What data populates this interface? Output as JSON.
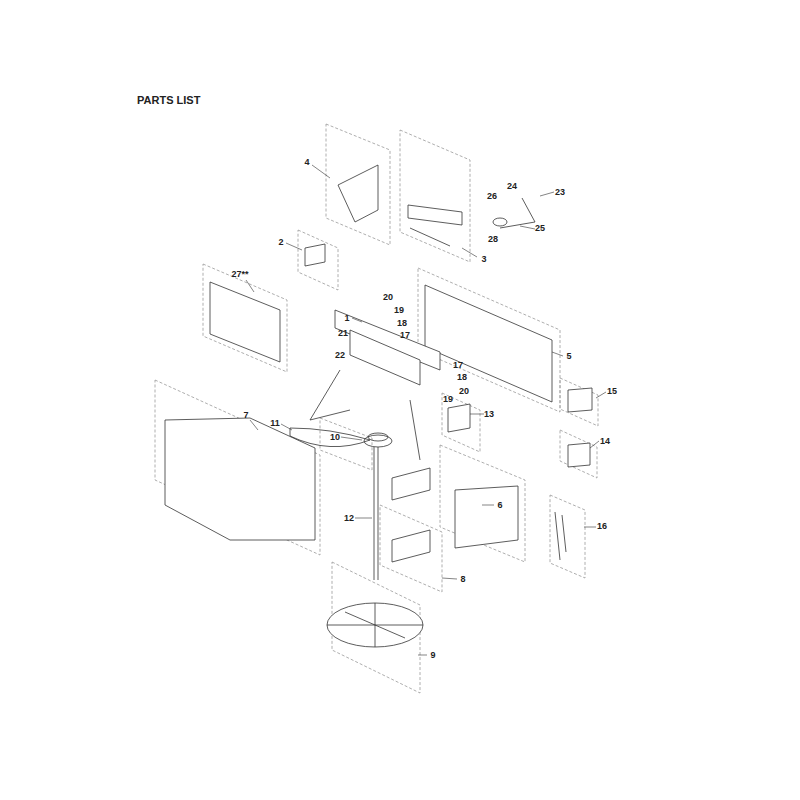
{
  "diagram": {
    "title": "PARTS LIST",
    "labels": [
      "4",
      "24",
      "23",
      "26",
      "2",
      "25",
      "28",
      "3",
      "27**",
      "20",
      "19",
      "1",
      "18",
      "21",
      "17",
      "22",
      "5",
      "17",
      "18",
      "20",
      "19",
      "15",
      "13",
      "7",
      "11",
      "10",
      "14",
      "6",
      "12",
      "16",
      "8",
      "9"
    ]
  }
}
